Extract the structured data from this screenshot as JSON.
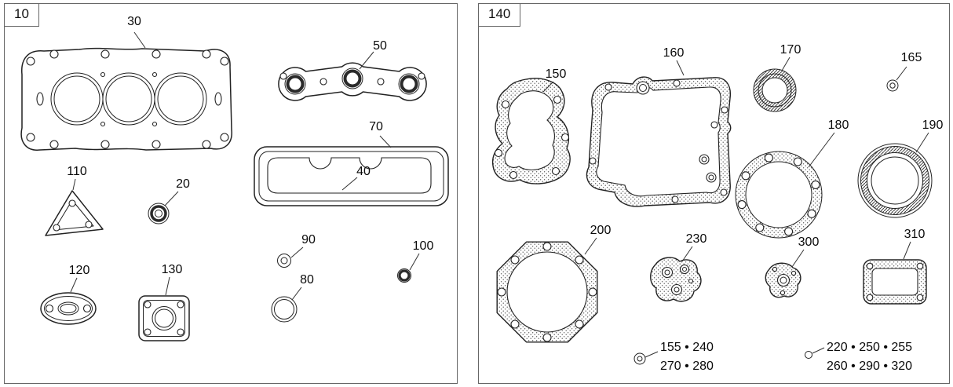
{
  "left_panel": {
    "figure_label": "10",
    "callouts": {
      "c30": "30",
      "c50": "50",
      "c70": "70",
      "c40": "40",
      "c110": "110",
      "c20": "20",
      "c90": "90",
      "c100": "100",
      "c120": "120",
      "c130": "130",
      "c80": "80"
    }
  },
  "right_panel": {
    "figure_label": "140",
    "callouts": {
      "c150": "150",
      "c160": "160",
      "c170": "170",
      "c165": "165",
      "c180": "180",
      "c190": "190",
      "c200": "200",
      "c230": "230",
      "c300": "300",
      "c310": "310"
    },
    "notes": [
      {
        "line1": "155 • 240",
        "line2": "270 • 280"
      },
      {
        "line1": "220 • 250 • 255",
        "line2": "260 • 290 • 320"
      }
    ]
  }
}
